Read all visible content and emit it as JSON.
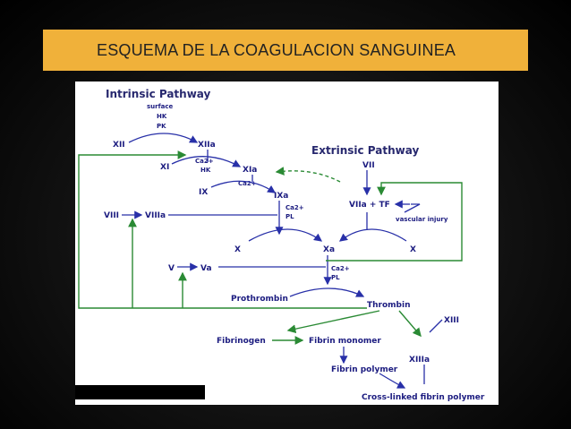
{
  "title": "ESQUEMA DE LA COAGULACION SANGUINEA",
  "diagram": {
    "intrinsic_header": "Intrinsic Pathway",
    "extrinsic_header": "Extrinsic Pathway",
    "surface": "surface",
    "hk1": "HK",
    "pk": "PK",
    "xii": "XII",
    "xiia": "XIIa",
    "xi": "XI",
    "ca2_1": "Ca2+",
    "hk2": "HK",
    "xia": "XIa",
    "ix": "IX",
    "ca2_2": "Ca2+",
    "ixa": "IXa",
    "ca2_3": "Ca2+",
    "pl1": "PL",
    "viii": "VIII",
    "viiia": "VIIIa",
    "vii": "VII",
    "viia_tf": "VIIa + TF",
    "vascular_injury": "vascular injury",
    "x_left": "X",
    "xa": "Xa",
    "x_right": "X",
    "v": "V",
    "va": "Va",
    "ca2_4": "Ca2+",
    "pl2": "PL",
    "prothrombin": "Prothrombin",
    "thrombin": "Thrombin",
    "xiii": "XIII",
    "fibrinogen": "Fibrinogen",
    "fibrin_monomer": "Fibrin monomer",
    "xiiia": "XIIIa",
    "fibrin_polymer": "Fibrin polymer",
    "cross_linked": "Cross-linked fibrin polymer"
  },
  "colors": {
    "title_bar": "#f0b13a",
    "arrows_blue": "#2830a8",
    "arrows_green": "#2a8a34",
    "labels": "#1c1c80"
  }
}
